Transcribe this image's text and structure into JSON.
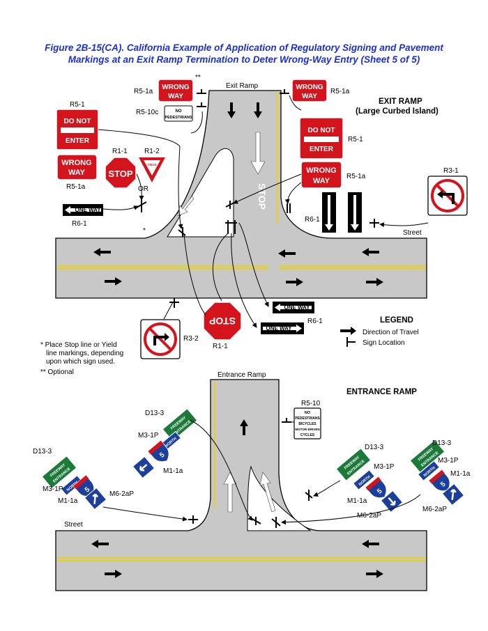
{
  "title": {
    "line1": "Figure 2B-15(CA).  California Example of Application of Regulatory Signing and Pavement",
    "line2": "Markings at an Exit Ramp Termination to Deter Wrong-Way Entry (Sheet 5 of 5)"
  },
  "exit": {
    "ramp_label": "Exit Ramp",
    "heading1": "EXIT RAMP",
    "heading2": "(Large Curbed Island)",
    "street_label": "Street",
    "stop_marking": "STOP",
    "codes": {
      "r51a_top_left": "R5-1a",
      "double_star": "**",
      "r510c": "R5-10c",
      "r51a_top_right": "R5-1a",
      "r51_left": "R5-1",
      "r11": "R1-1",
      "r12": "R1-2",
      "or": "OR",
      "r51a_left": "R5-1a",
      "r61_left": "R6-1",
      "star": "*",
      "r51_right": "R5-1",
      "r51a_right": "R5-1a",
      "r31": "R3-1",
      "r61_mid": "R6-1",
      "r61_bottom": "R6-1",
      "r32": "R3-2",
      "r11_bottom": "R1-1"
    },
    "signs": {
      "wrong1": "WRONG",
      "way1": "WAY",
      "wrong2": "WRONG",
      "way2": "WAY",
      "wrong3": "WRONG",
      "way3": "WAY",
      "wrong4": "WRONG",
      "way4": "WAY",
      "do_not": "DO NOT",
      "enter": "ENTER",
      "do_not2": "DO NOT",
      "enter2": "ENTER",
      "no": "NO",
      "pedestrians": "PEDESTRIANS",
      "stop": "STOP",
      "stop2": "STOP",
      "yield": "YIELD",
      "one_way": "ONE WAY"
    }
  },
  "notes": {
    "note1": "* Place Stop line or Yield",
    "note2": "line markings, depending",
    "note3": "upon which sign used.",
    "note4": "** Optional"
  },
  "legend": {
    "title": "LEGEND",
    "direction": "Direction of Travel",
    "sign_location": "Sign Location"
  },
  "entrance": {
    "ramp_label": "Entrance Ramp",
    "heading": "ENTRANCE RAMP",
    "street_label": "Street",
    "codes": {
      "r510": "R5-10",
      "d133_a": "D13-3",
      "m31p_a": "M3-1P",
      "m11a_a": "M1-1a",
      "d133_b": "D13-3",
      "m31p_b": "M3-1P",
      "m11a_b": "M1-1a",
      "m62ap_b": "M6-2aP",
      "d133_c": "D13-3",
      "m31p_c": "M3-1P",
      "m11a_c": "M1-1a",
      "m62ap_c": "M6-2aP",
      "d133_d": "D13-3",
      "m31p_d": "M3-1P",
      "m11a_d": "M1-1a",
      "m62ap_d": "M6-2aP"
    },
    "signs": {
      "no": "NO",
      "pedestrians": "PEDESTRIANS",
      "bicycles": "BICYCLES",
      "motor": "MOTOR-DRIVEN",
      "cycles": "CYCLES",
      "freeway": "FREEWAY",
      "entrance": "ENTRANCE",
      "north": "NORTH",
      "interstate": "INTERSTATE",
      "route": "5"
    }
  },
  "colors": {
    "title_blue": "#1a2fd6",
    "pavement": "#c8c8c8",
    "centerline_yellow": "#e8d21a",
    "regulatory_red": "#d4141c",
    "guide_green": "#1b7a3a",
    "interstate_blue": "#1d3f9c"
  }
}
